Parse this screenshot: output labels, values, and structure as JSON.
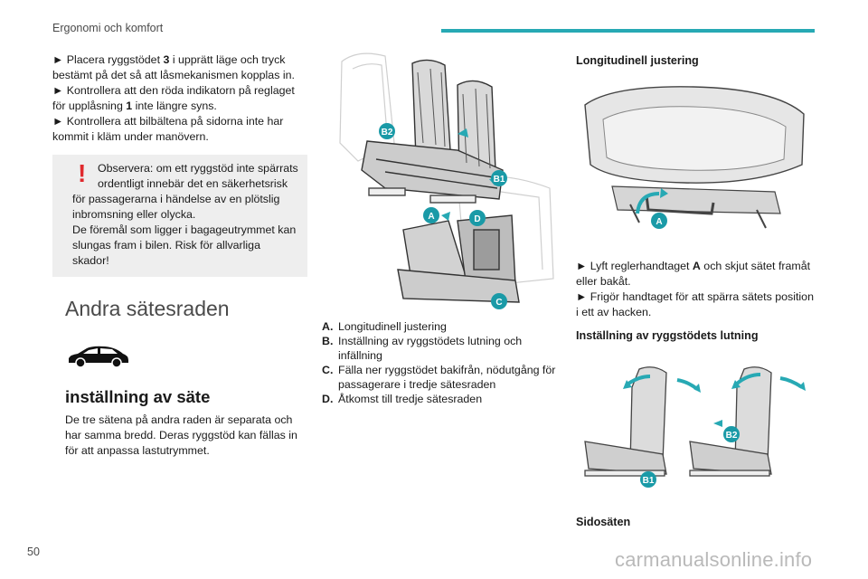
{
  "header": {
    "chapter": "Ergonomi och komfort"
  },
  "footer": {
    "page_number": "50",
    "site": "carmanualsonline.info"
  },
  "col1": {
    "paragraphs": [
      {
        "pre": "► Placera ryggstödet ",
        "bold": "3",
        "post": " i upprätt läge och tryck bestämt på det så att låsmekanismen kopplas in."
      },
      {
        "pre": "► Kontrollera att den röda indikatorn på reglaget för upplåsning ",
        "bold": "1",
        "post": " inte längre syns."
      },
      {
        "pre": "► Kontrollera att bilbältena på sidorna inte har kommit i kläm under manövern.",
        "bold": "",
        "post": ""
      }
    ],
    "warning": {
      "mark": "!",
      "line1": "Observera: om ett ryggstöd inte spärrats ordentligt innebär det en säkerhetsrisk",
      "line2": "för passagerarna i händelse av en plötslig inbromsning eller olycka.",
      "line3": "De föremål som ligger i bagageutrymmet kan slungas fram i bilen. Risk för allvarliga skador!"
    },
    "section_title": "Andra sätesraden",
    "sub_title": "inställning av säte",
    "body": "De tre sätena på andra raden är separata och har samma bredd. Deras ryggstöd kan fällas in för att anpassa lastutrymmet."
  },
  "figure_main": {
    "labels": {
      "b2": "B2",
      "b1": "B1",
      "a": "A",
      "d": "D",
      "c": "C"
    }
  },
  "legend": [
    {
      "key": "A.",
      "text": "Longitudinell justering"
    },
    {
      "key": "B.",
      "text": "Inställning av ryggstödets lutning och infällning"
    },
    {
      "key": "C.",
      "text": "Fälla ner ryggstödet bakifrån, nödutgång för passagerare i tredje sätesraden"
    },
    {
      "key": "D.",
      "text": "Åtkomst till tredje sätesraden"
    }
  ],
  "col3": {
    "heading1": "Longitudinell justering",
    "fig1_label": "A",
    "bullet1": {
      "pre": "► Lyft reglerhandtaget ",
      "bold": "A",
      "post": " och skjut sätet framåt eller bakåt."
    },
    "bullet2": "► Frigör handtaget för att spärra sätets position i ett av hacken.",
    "heading2": "Inställning av ryggstödets lutning",
    "fig2_labels": {
      "b1": "B1",
      "b2": "B2"
    },
    "heading3": "Sidosäten"
  },
  "colors": {
    "accent": "#27a9b4",
    "warning": "#e0292d",
    "label_fill": "#1a9aa7"
  }
}
